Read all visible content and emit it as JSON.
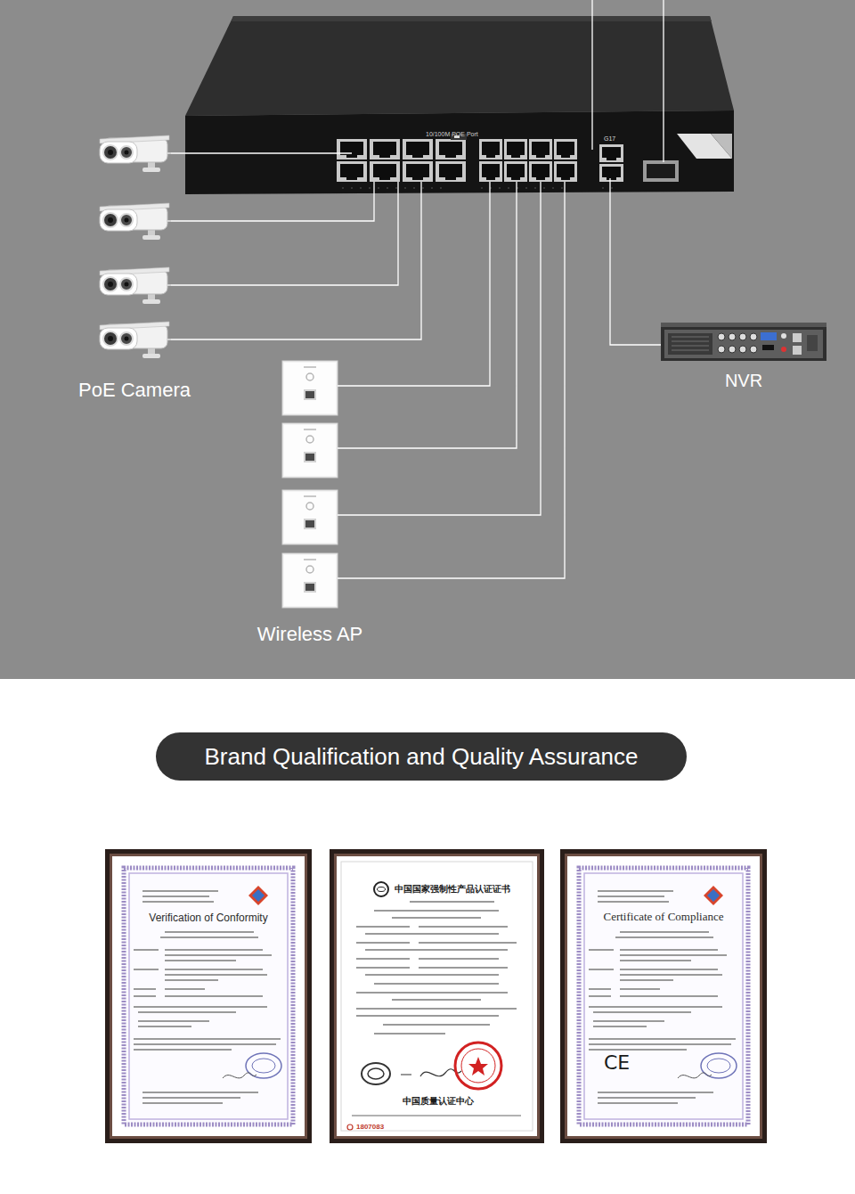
{
  "diagram": {
    "title": "Brand Qualification and Quality Assurance",
    "nodes": [
      {
        "text": [
          "10/100M POE Port"
        ]
      },
      {
        "text": [
          "PoE Camera"
        ]
      },
      {
        "text": [
          "NVR"
        ]
      },
      {
        "text": [
          "Wireless AP"
        ]
      },
      {
        "text": [
          "Verification of Conformity"
        ]
      },
      {
        "text": [
          "中国国家强制性产品认证证书",
          "中国质量认证中心",
          "1807083"
        ]
      },
      {
        "text": [
          "Certificate of Compliance",
          "CE"
        ]
      }
    ],
    "edges": [
      {
        "from": 0,
        "to": 1,
        "arrow": "none"
      },
      {
        "from": 0,
        "to": 3,
        "arrow": "none"
      },
      {
        "from": 0,
        "to": 2,
        "arrow": "none"
      }
    ],
    "labels": [
      "G17"
    ]
  }
}
